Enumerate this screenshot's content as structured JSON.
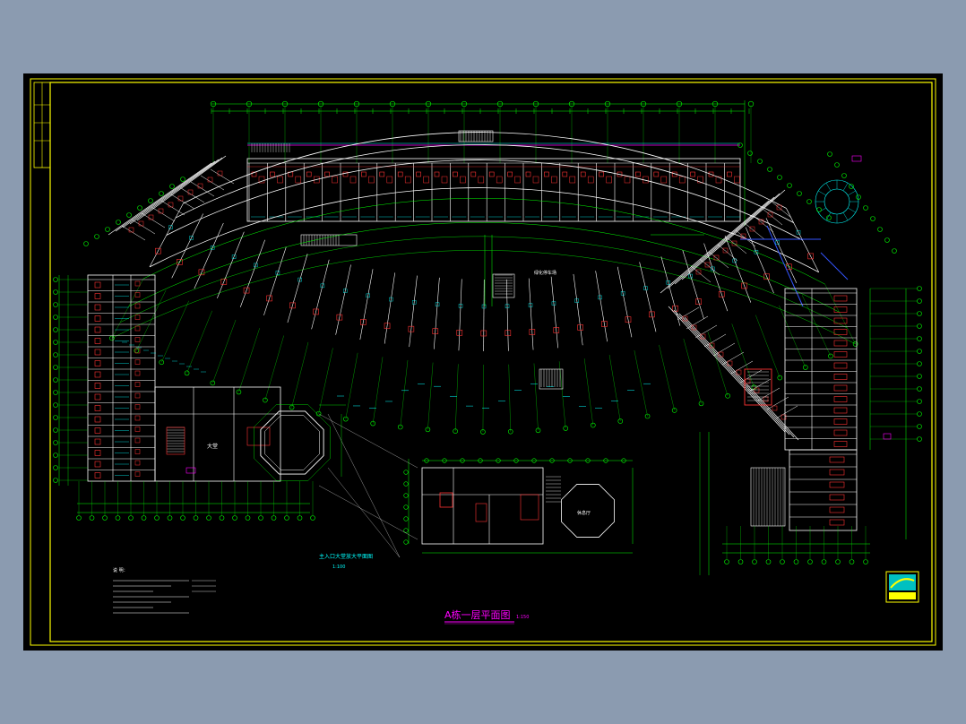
{
  "drawing": {
    "title": "A栋一层平面图",
    "scale": "1:150",
    "detail_caption": "主入口大堂放大平面图",
    "detail_scale": "1:100",
    "notes_heading": "说 明：",
    "main_room_label": "绿化停车场",
    "lobby_label": "大堂",
    "lounge_label": "休息厅"
  },
  "colors": {
    "background": "#000000",
    "frame": "#ffff00",
    "grid": "#00ff00",
    "walls": "#ffffff",
    "rooms": "#ff3333",
    "dimension": "#00ffff",
    "annotation": "#ff00ff",
    "blue_line": "#3355ff"
  }
}
